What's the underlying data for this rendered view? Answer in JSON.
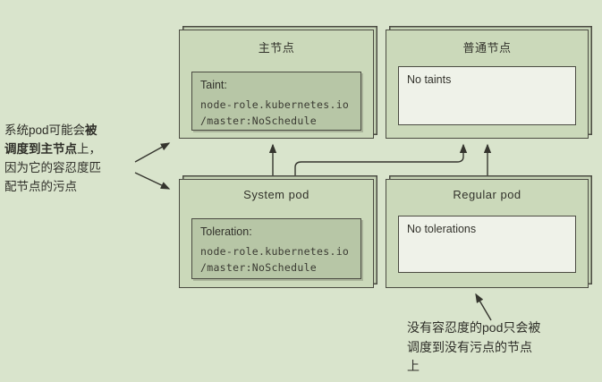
{
  "colors": {
    "background": "#d9e4cc",
    "box_fill": "#cbd9ba",
    "taint_box_fill": "#b7c6a6",
    "plain_box_fill": "#eff2e9",
    "line": "#35352e"
  },
  "nodes": {
    "master": {
      "title": "主节点",
      "box_label": "Taint:",
      "box_lines": [
        "node-role.kubernetes.io",
        "/master:NoSchedule"
      ]
    },
    "regular_node": {
      "title": "普通节点",
      "box_text": "No taints"
    },
    "system_pod": {
      "title": "System pod",
      "box_label": "Toleration:",
      "box_lines": [
        "node-role.kubernetes.io",
        "/master:NoSchedule"
      ]
    },
    "regular_pod": {
      "title": "Regular pod",
      "box_text": "No tolerations"
    }
  },
  "annotations": {
    "left": {
      "part1": "系统pod可能会",
      "part2": "被调度到主节点",
      "part3": "上，因为它的容忍度匹配节点的污点"
    },
    "bottom_right": "没有容忍度的pod只会被调度到没有污点的节点上"
  }
}
